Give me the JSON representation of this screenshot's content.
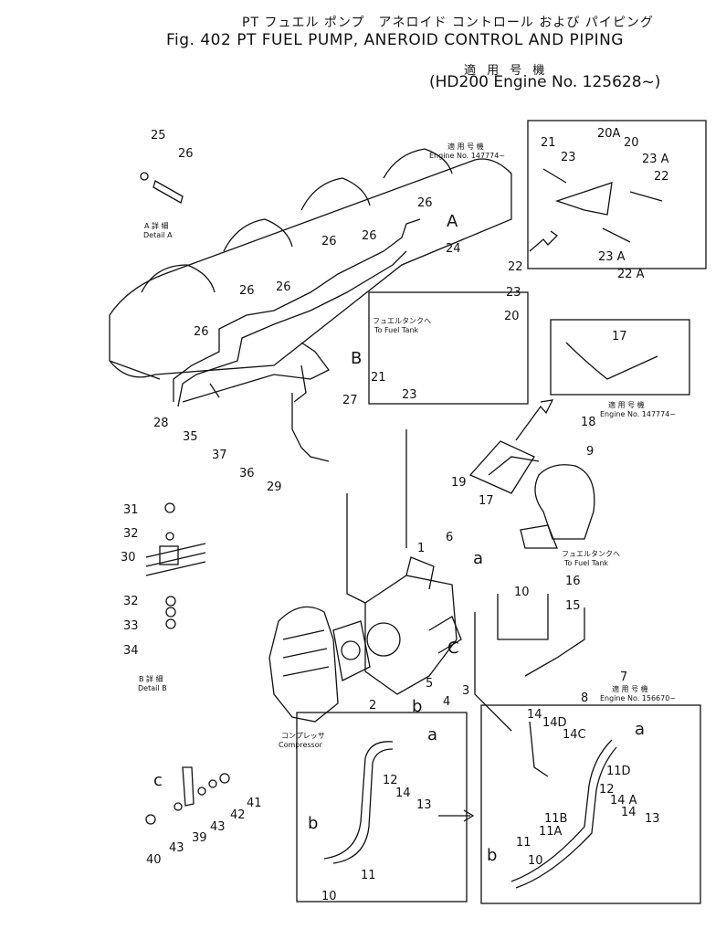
{
  "header": {
    "title_jp": "PT フュエル ポンプ　アネロイド コントロール および パイピング",
    "title_en": "Fig. 402  PT FUEL PUMP, ANEROID CONTROL AND PIPING",
    "applicability_jp": "適 用 号 機",
    "applicability_en": "(HD200 Engine No. 125628~)"
  },
  "notes": {
    "detail_a_jp": "A 詳 細",
    "detail_a_en": "Detail A",
    "detail_b_jp": "B 詳 細",
    "detail_b_en": "Detail B",
    "compressor_jp": "コンプレッサ",
    "compressor_en": "Compressor",
    "to_fuel_tank_jp_1": "フュエルタンクへ",
    "to_fuel_tank_en_1": "To Fuel Tank",
    "to_fuel_tank_jp_2": "フュエルタンクへ",
    "to_fuel_tank_en_2": "To Fuel Tank",
    "inset1_jp": "適 用 号 機",
    "inset1_en": "Engine No. 147774~",
    "inset2_jp": "適 用 号 機",
    "inset2_en": "Engine No. 147774~",
    "inset3_jp": "適 用 号 機",
    "inset3_en": "Engine No. 156670~"
  },
  "callouts": {
    "p1": "1",
    "p2": "2",
    "p3": "3",
    "p4": "4",
    "p5": "5",
    "p6": "6",
    "p7": "7",
    "p8": "8",
    "p9": "9",
    "p10": "10",
    "p11": "11",
    "p12": "12",
    "p13": "13",
    "p14": "14",
    "p15": "15",
    "p16": "16",
    "p17": "17",
    "p18": "18",
    "p19": "19",
    "p20": "20",
    "p20a": "20A",
    "p21": "21",
    "p22": "22",
    "p22a": "22 A",
    "p23": "23",
    "p23a": "23 A",
    "p24": "24",
    "p25": "25",
    "p26": "26",
    "p27": "27",
    "p28": "28",
    "p29": "29",
    "p30": "30",
    "p31": "31",
    "p32": "32",
    "p33": "33",
    "p34": "34",
    "p35": "35",
    "p36": "36",
    "p37": "37",
    "p39": "39",
    "p40": "40",
    "p41": "41",
    "p42": "42",
    "p43": "43",
    "p11a": "11A",
    "p11b": "11B",
    "p11d": "11D",
    "p14a": "14 A",
    "p14c": "14C",
    "p14d": "14D",
    "letA": "A",
    "letB": "B",
    "leta": "a",
    "letb": "b",
    "letc": "c",
    "letC": "C"
  }
}
